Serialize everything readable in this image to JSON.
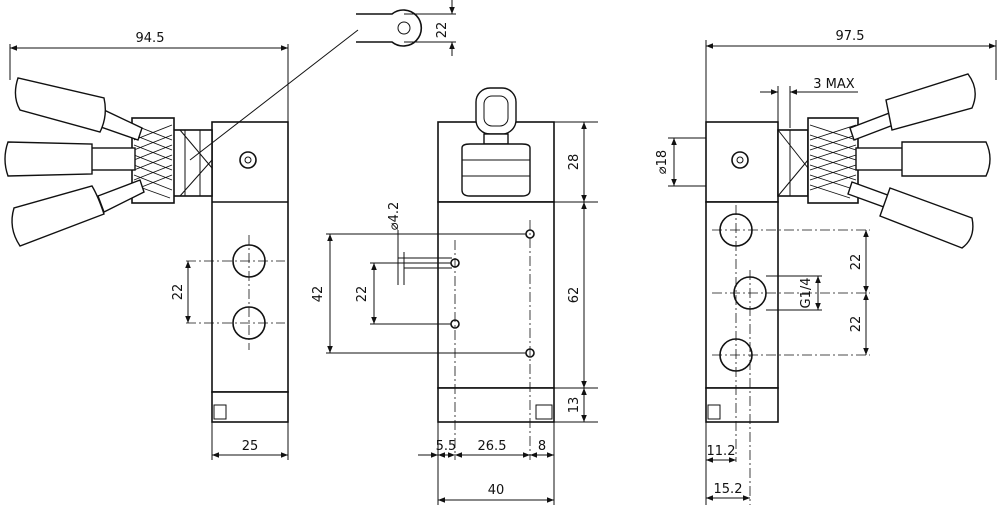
{
  "dimensions": {
    "left_width": "94.5",
    "left_body_width": "25",
    "left_port_spacing": "22",
    "slot_width": "22",
    "mount_hole_dia": "⌀4.2",
    "hole_spacing_outer": "42",
    "hole_spacing_inner": "22",
    "top_height": "28",
    "mid_height": "62",
    "bottom_height": "13",
    "offset_a": "5.5",
    "offset_b": "26.5",
    "offset_c": "8",
    "front_width": "40",
    "right_width": "97.5",
    "max_stroke": "3 MAX",
    "stem_dia": "⌀18",
    "thread": "G1/4",
    "right_port_spacing_a": "22",
    "right_port_spacing_b": "22",
    "offset_d": "11.2",
    "offset_e": "15.2"
  }
}
